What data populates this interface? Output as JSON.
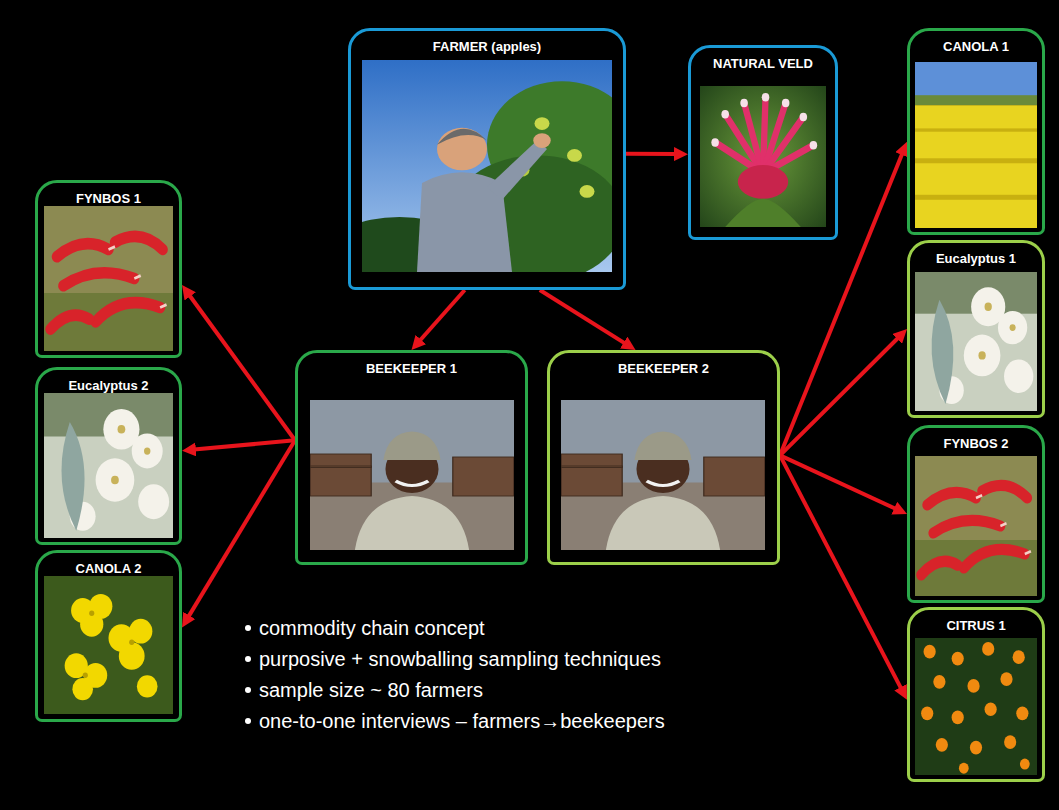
{
  "diagram": {
    "nodes": [
      {
        "text": [
          "FARMER (apples)"
        ]
      },
      {
        "text": [
          "NATURAL VELD"
        ]
      },
      {
        "text": [
          "FYNBOS 1"
        ]
      },
      {
        "text": [
          "Eucalyptus 2"
        ]
      },
      {
        "text": [
          "CANOLA 2"
        ]
      },
      {
        "text": [
          "BEEKEEPER 1"
        ]
      },
      {
        "text": [
          "BEEKEEPER 2"
        ]
      },
      {
        "text": [
          "CANOLA 1"
        ]
      },
      {
        "text": [
          "Eucalyptus 1"
        ]
      },
      {
        "text": [
          "FYNBOS 2"
        ]
      },
      {
        "text": [
          "CITRUS 1"
        ]
      }
    ],
    "edges": [
      {
        "from": 0,
        "to": 1,
        "arrow": "to"
      },
      {
        "from": 0,
        "to": 5,
        "arrow": "to"
      },
      {
        "from": 0,
        "to": 6,
        "arrow": "to"
      },
      {
        "from": 5,
        "to": 2,
        "arrow": "to"
      },
      {
        "from": 5,
        "to": 3,
        "arrow": "to"
      },
      {
        "from": 5,
        "to": 4,
        "arrow": "to"
      },
      {
        "from": 6,
        "to": 7,
        "arrow": "to"
      },
      {
        "from": 6,
        "to": 8,
        "arrow": "to"
      },
      {
        "from": 6,
        "to": 9,
        "arrow": "to"
      },
      {
        "from": 6,
        "to": 10,
        "arrow": "to"
      }
    ],
    "labels": [
      "commodity chain concept",
      "purposive + snowballing sampling techniques",
      "sample size ~ 80 farmers",
      "one-to-one interviews – farmers→beekeepers"
    ]
  }
}
